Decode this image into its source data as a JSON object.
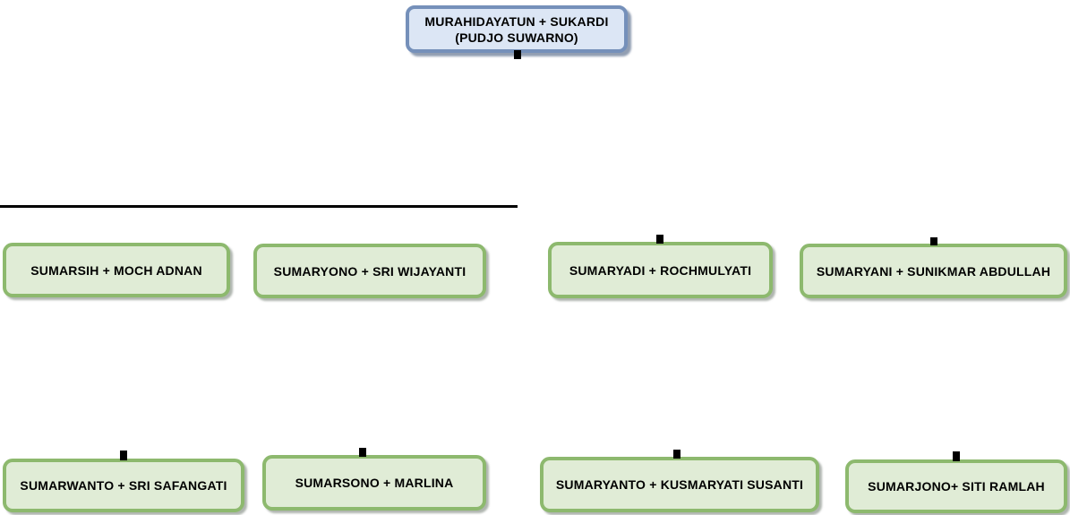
{
  "diagram": {
    "type": "family-tree",
    "root": {
      "label_line1": "MURAHIDAYATUN + SUKARDI",
      "label_line2": "(PUDJO SUWARNO)"
    },
    "generation2": [
      {
        "label": "SUMARSIH + MOCH ADNAN"
      },
      {
        "label": "SUMARYONO + SRI WIJAYANTI"
      },
      {
        "label": "SUMARYADI + ROCHMULYATI"
      },
      {
        "label": "SUMARYANI + SUNIKMAR ABDULLAH"
      }
    ],
    "generation3": [
      {
        "label": "SUMARWANTO + SRI SAFANGATI"
      },
      {
        "label": "SUMARSONO + MARLINA"
      },
      {
        "label": "SUMARYANTO + KUSMARYATI SUSANTI"
      },
      {
        "label": "SUMARJONO+ SITI RAMLAH"
      }
    ],
    "colors": {
      "background": "#ffffff",
      "root_fill": "#dce6f5",
      "root_border": "#7590ba",
      "child_fill": "#e0ecd6",
      "child_border": "#8db96e",
      "connector": "#000000",
      "text": "#000000"
    }
  }
}
